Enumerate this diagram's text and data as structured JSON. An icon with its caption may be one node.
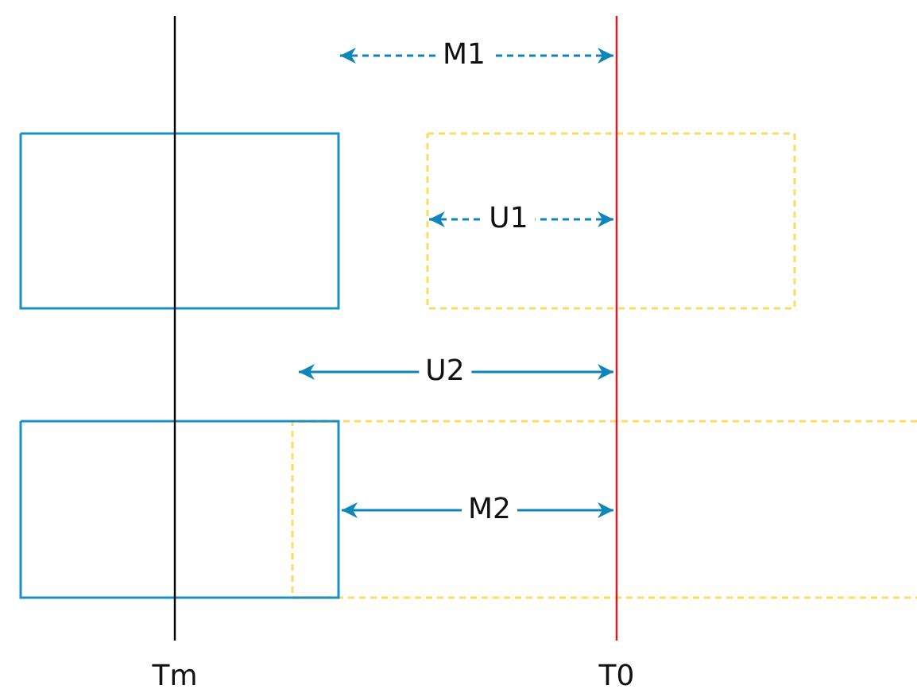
{
  "diagram": {
    "labels": [
      "M1",
      "U1",
      "U2",
      "M2",
      "Tm",
      "T0"
    ]
  }
}
